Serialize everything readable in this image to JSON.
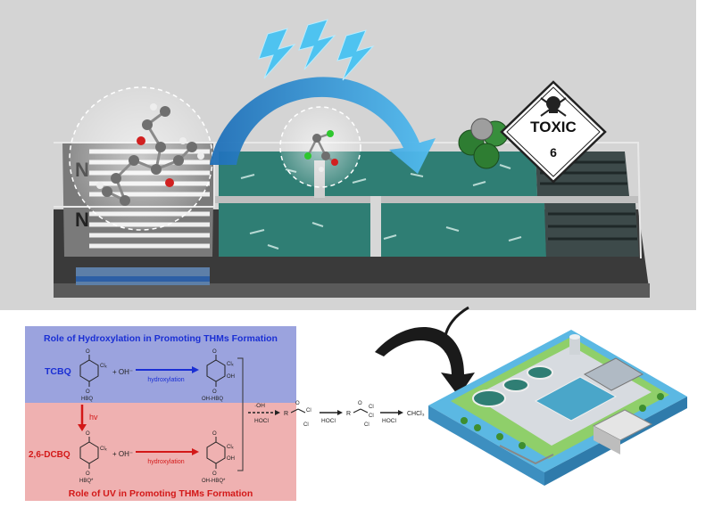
{
  "hazard": {
    "title": "TOXIC",
    "number": "6"
  },
  "chemistry": {
    "blue_title": "Role of Hydroxylation  in Promoting THMs Formation",
    "red_title": "Role of UV in Promoting THMs Formation",
    "tcbq": "TCBQ",
    "dcbq": "2,6-DCBQ",
    "oh_minus": "+ OH⁻",
    "hydroxylation": "hydroxylation",
    "hv": "hv",
    "hbq": "HBQ",
    "hbq_star": "HBQ*",
    "oh_hbq": "OH-HBQ",
    "oh_hbq_star": "OH-HBQ*",
    "cl_x": "Clₓ",
    "oh_group": "OH",
    "radical_oh": "·OH",
    "hocl": "HOCl",
    "cl": "Cl",
    "r_group": "R",
    "chcl3": "CHCl₃"
  },
  "colors": {
    "blue_accent": "#1a2fd4",
    "red_accent": "#d31818",
    "water": "#2f7e74",
    "arrow_blue": "#3aa2e4"
  },
  "icons": [
    "lightning-icon",
    "toxic-hazard-icon",
    "skull-icon",
    "curved-arrow-icon",
    "water-treatment-plant-icon"
  ]
}
